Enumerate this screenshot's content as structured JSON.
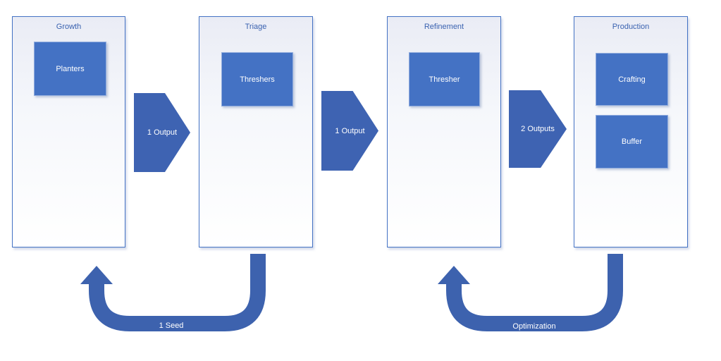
{
  "diagram": {
    "stages": [
      {
        "title": "Growth",
        "boxes": [
          "Planters"
        ]
      },
      {
        "title": "Triage",
        "boxes": [
          "Threshers"
        ]
      },
      {
        "title": "Refinement",
        "boxes": [
          "Thresher"
        ]
      },
      {
        "title": "Production",
        "boxes": [
          "Crafting",
          "Buffer"
        ]
      }
    ],
    "flow_arrows": [
      {
        "label": "1 Output"
      },
      {
        "label": "1 Output"
      },
      {
        "label": "2 Outputs"
      }
    ],
    "feedback_arrows": [
      {
        "label": "1 Seed",
        "from": "Triage",
        "to": "Growth"
      },
      {
        "label": "Optimization",
        "from": "Production",
        "to": "Refinement"
      }
    ],
    "colors": {
      "node_fill": "#4472c4",
      "chevron_fill": "#3e63b2",
      "feedback_fill": "#3d62ae",
      "panel_border": "#4472c4",
      "panel_gradient_top": "#eaecf5",
      "panel_gradient_bottom": "#ffffff",
      "title_text": "#3a62b0",
      "label_text": "#ffffff"
    }
  }
}
